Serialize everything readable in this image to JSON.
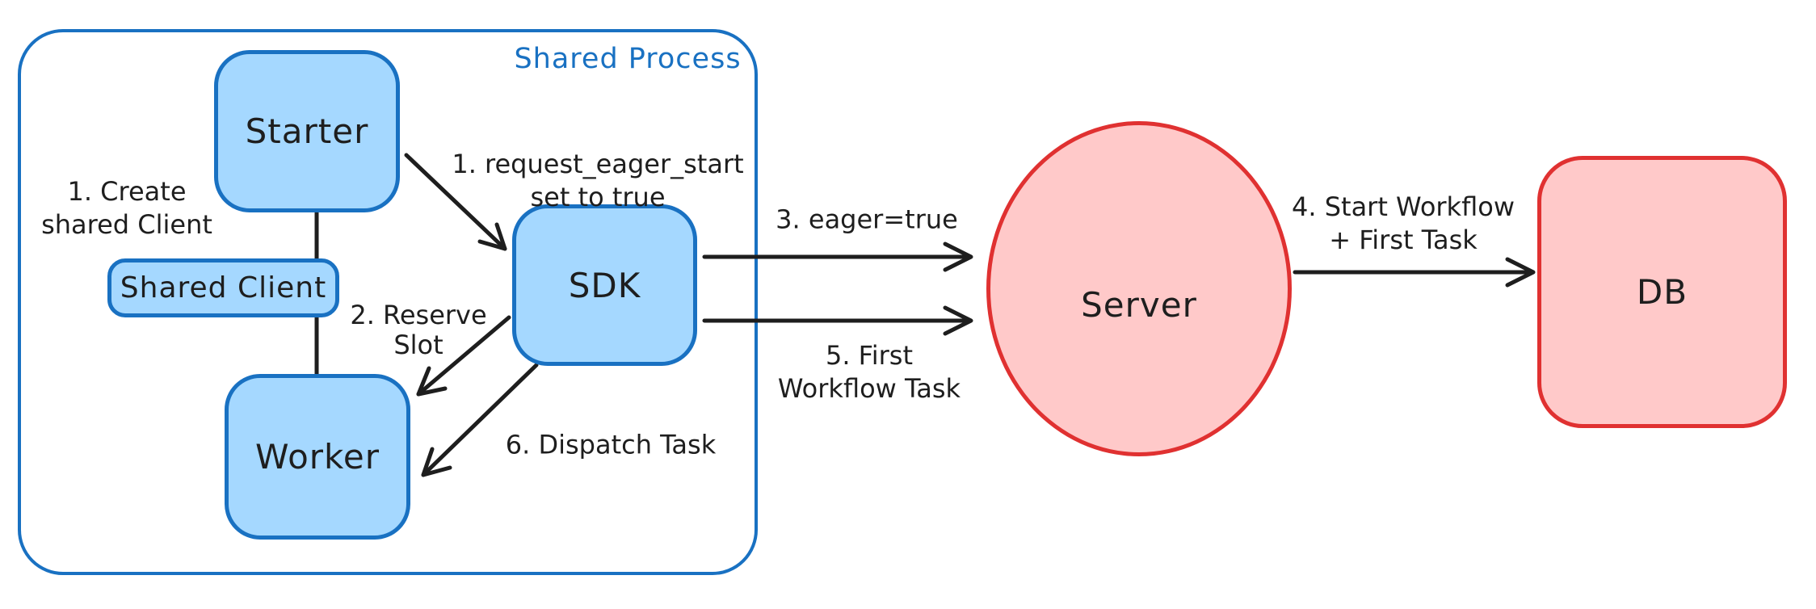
{
  "diagram": {
    "group": {
      "title": "Shared Process"
    },
    "nodes": {
      "starter": {
        "label": "Starter"
      },
      "shared_client": {
        "label": "Shared Client"
      },
      "worker": {
        "label": "Worker"
      },
      "sdk": {
        "label": "SDK"
      },
      "server": {
        "label": "Server"
      },
      "db": {
        "label": "DB"
      }
    },
    "annotations": {
      "create_client": {
        "line1": "1. Create",
        "line2": "shared Client"
      },
      "request_eager": {
        "line1": "1. request_eager_start",
        "line2": "set to true"
      },
      "reserve_slot": {
        "line1": "2. Reserve",
        "line2": "Slot"
      },
      "eager_true": {
        "text": "3. eager=true"
      },
      "start_workflow": {
        "line1": "4. Start Workflow",
        "line2": "+ First Task"
      },
      "first_workflow_task": {
        "line1": "5. First",
        "line2": "Workflow Task"
      },
      "dispatch_task": {
        "text": "6. Dispatch Task"
      }
    },
    "colors": {
      "blue_fill": "#a5d8ff",
      "blue_stroke": "#1971c2",
      "red_fill": "#ffc9c9",
      "red_stroke": "#e03131",
      "text": "#1e1e1e"
    }
  }
}
